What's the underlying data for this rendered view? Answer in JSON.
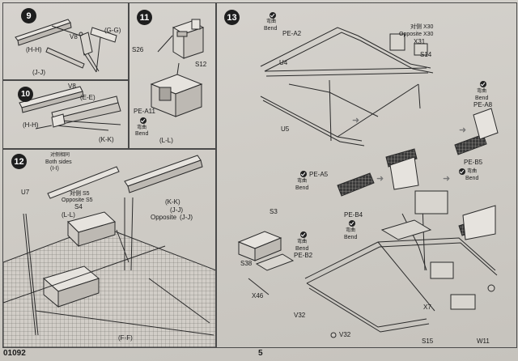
{
  "document": {
    "page_number": "5",
    "kit_number": "01092"
  },
  "steps": {
    "s9": {
      "number": "9",
      "labels": {
        "v8": "V8",
        "gg": "(G-G)",
        "hh": "(H-H)",
        "jj": "(J-J)"
      }
    },
    "s10": {
      "number": "10",
      "labels": {
        "v8": "V8",
        "ee": "(E-E)",
        "hh": "(H-H)",
        "kk": "(K-K)"
      }
    },
    "s11": {
      "number": "11",
      "labels": {
        "s26": "S26",
        "s12": "S12",
        "pe_a11": "PE-A11",
        "bend_cn": "弯曲",
        "bend": "Bend",
        "ll": "(L-L)"
      }
    },
    "s12": {
      "number": "12",
      "labels": {
        "both_cn": "对侧相同",
        "both": "Both sides",
        "ii": "(I-I)",
        "u7": "U7",
        "s5_cn": "对侧 S5",
        "opp_s5": "Opposite S5",
        "s4": "S4",
        "ll": "(L-L)",
        "kk": "(K-K)",
        "jj": "(J-J)",
        "opposite": "Opposite",
        "jj2": "(J-J)",
        "ff": "(F-F)"
      }
    },
    "s13": {
      "number": "13",
      "labels": {
        "bend_cn_a2": "弯曲",
        "bend_a2": "Bend",
        "pe_a2": "PE-A2",
        "x30_cn": "对侧 X30",
        "opp_x30": "Opposite X30",
        "x31": "X31",
        "s14": "S14",
        "u4": "U4",
        "u5": "U5",
        "bend_cn_a8": "弯曲",
        "bend_a8": "Bend",
        "pe_a8": "PE-A8",
        "pe_a5": "PE-A5",
        "bend_cn_a5": "弯曲",
        "bend_a5": "Bend",
        "pe_b5": "PE-B5",
        "bend_cn_b5": "弯曲",
        "bend_b5": "Bend",
        "pe_b4": "PE-B4",
        "bend_cn_b4": "弯曲",
        "bend_b4": "Bend",
        "s3": "S3",
        "s38": "S38",
        "bend_cn_b2": "弯曲",
        "bend_b2": "Bend",
        "pe_b2": "PE-B2",
        "x46": "X46",
        "v32a": "V32",
        "v32b": "V32",
        "x7": "X7",
        "s15": "S15",
        "w11": "W11"
      }
    }
  },
  "colors": {
    "paper": "#cfccc6",
    "ink": "#1b1b1b",
    "panel_border": "#4a4a4a",
    "arrow": "#7a7a7a"
  }
}
